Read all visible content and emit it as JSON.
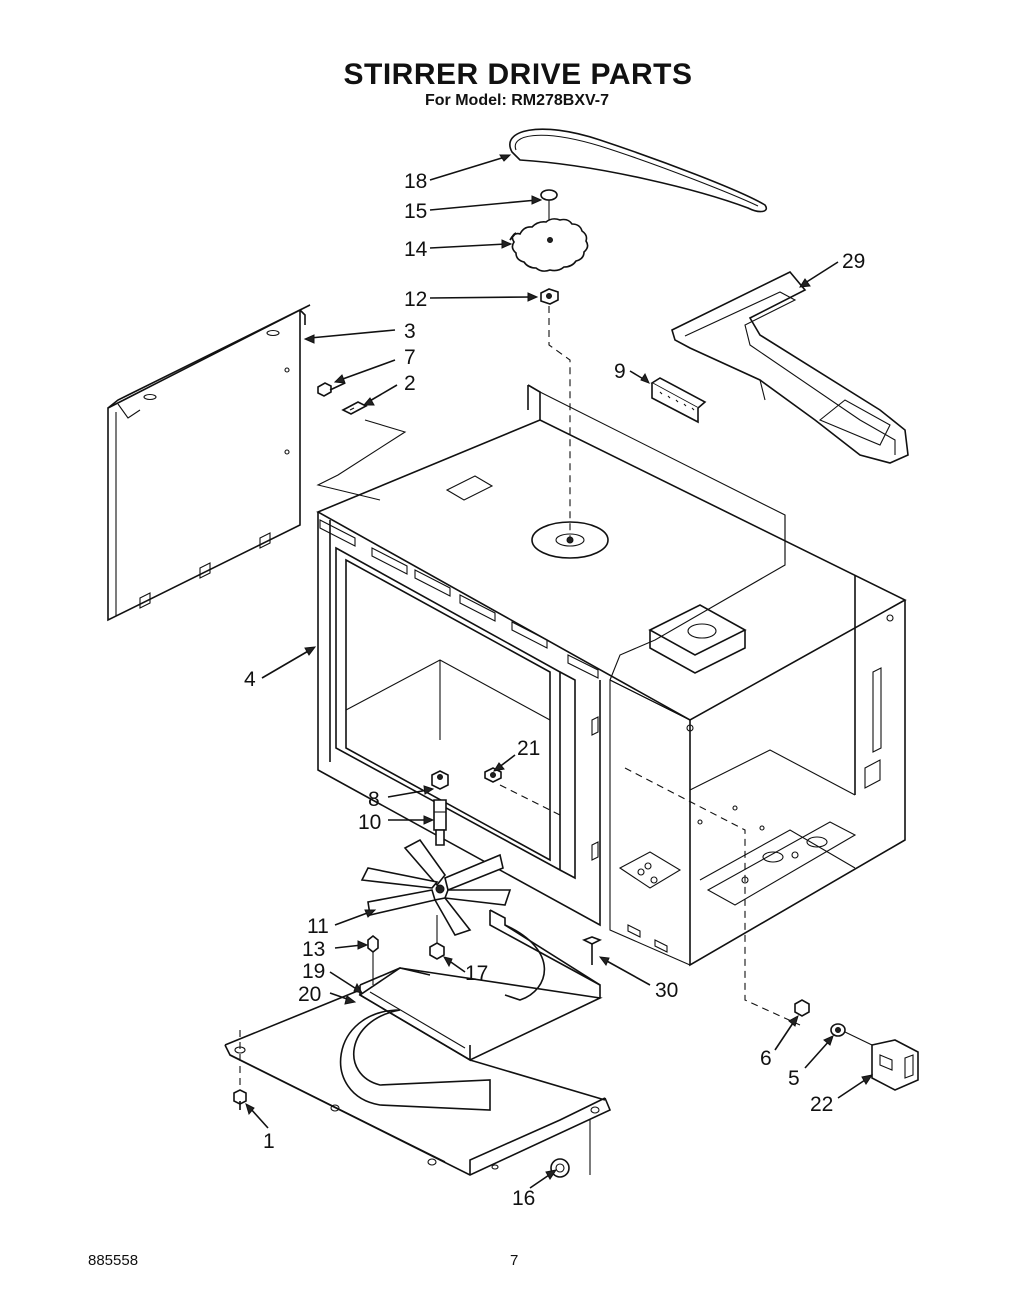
{
  "title": "STIRRER DRIVE PARTS",
  "subtitle": "For Model: RM278BXV-7",
  "footer_code": "885558",
  "page_number": "7",
  "callouts": [
    {
      "id": "18",
      "label": "18"
    },
    {
      "id": "15",
      "label": "15"
    },
    {
      "id": "14",
      "label": "14"
    },
    {
      "id": "12",
      "label": "12"
    },
    {
      "id": "29",
      "label": "29"
    },
    {
      "id": "3",
      "label": "3"
    },
    {
      "id": "7",
      "label": "7"
    },
    {
      "id": "2",
      "label": "2"
    },
    {
      "id": "9",
      "label": "9"
    },
    {
      "id": "4",
      "label": "4"
    },
    {
      "id": "21",
      "label": "21"
    },
    {
      "id": "8",
      "label": "8"
    },
    {
      "id": "10",
      "label": "10"
    },
    {
      "id": "11",
      "label": "11"
    },
    {
      "id": "13",
      "label": "13"
    },
    {
      "id": "17",
      "label": "17"
    },
    {
      "id": "19",
      "label": "19"
    },
    {
      "id": "20",
      "label": "20"
    },
    {
      "id": "30",
      "label": "30"
    },
    {
      "id": "6",
      "label": "6"
    },
    {
      "id": "5",
      "label": "5"
    },
    {
      "id": "22",
      "label": "22"
    },
    {
      "id": "1",
      "label": "1"
    },
    {
      "id": "16",
      "label": "16"
    }
  ]
}
